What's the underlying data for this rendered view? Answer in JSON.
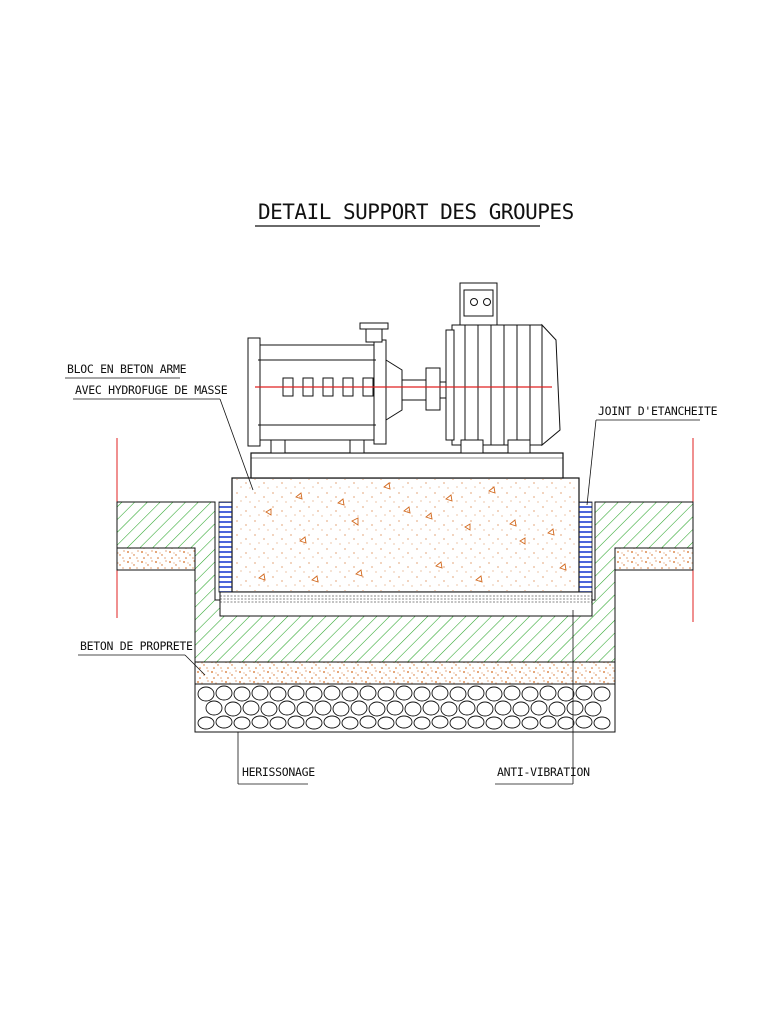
{
  "title": "DETAIL SUPPORT DES GROUPES",
  "labels": {
    "bloc_line1": "BLOC EN BETON ARME",
    "bloc_line2": "AVEC HYDROFUGE DE MASSE",
    "joint": "JOINT D'ETANCHEITE",
    "beton_proprete": "BETON DE PROPRETE",
    "herissonage": "HERISSONAGE",
    "anti_vibration": "ANTI-VIBRATION"
  },
  "colors": {
    "line": "#111111",
    "hatch_green": "#2aa52a",
    "concrete_dots": "#d2691e",
    "axis_red": "#e02020",
    "joint_blue": "#2040d0"
  }
}
